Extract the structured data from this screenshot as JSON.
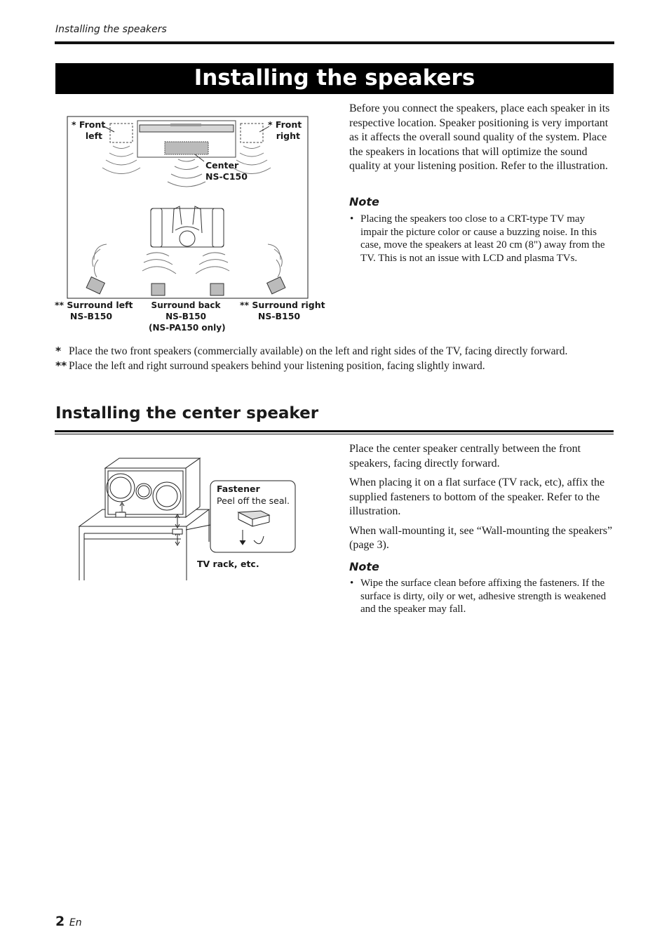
{
  "header": {
    "running_title": "Installing the speakers"
  },
  "title": "Installing the speakers",
  "diagram1": {
    "front_left_label": "* Front\nleft",
    "front_right_label": "* Front\nright",
    "center_label": "Center\nNS-C150",
    "surround_left_label": "** Surround left\nNS-B150",
    "surround_back_label": "Surround back\nNS-B150\n(NS-PA150 only)",
    "surround_right_label": "** Surround right\nNS-B150"
  },
  "intro_paragraph": "Before you connect the speakers, place each speaker in its respective location. Speaker positioning is very important as it affects the overall sound quality of the system. Place the speakers in locations that will optimize the sound quality at your listening position. Refer to the illustration.",
  "note1": {
    "heading": "Note",
    "bullet_symbol": "•",
    "bullet": "Placing the speakers too close to a CRT-type TV may impair the picture color or cause a buzzing noise. In this case, move the speakers at least 20 cm (8\") away from the TV. This is not an issue with LCD and plasma TVs."
  },
  "footnotes": [
    {
      "mark": "*",
      "text": "Place the two front speakers (commercially available) on the left and right sides of the TV, facing directly forward."
    },
    {
      "mark": "**",
      "text": "Place the left and right surround speakers behind your listening position, facing slightly inward."
    }
  ],
  "section2": {
    "title": "Installing the center speaker",
    "paragraphs": [
      "Place the center speaker centrally between the front speakers, facing directly forward.",
      "When placing it on a flat surface (TV rack, etc), affix the supplied fasteners to bottom of the speaker. Refer to the illustration.",
      "When wall-mounting it, see “Wall-mounting the speakers” (page 3)."
    ],
    "diagram": {
      "fastener_title": "Fastener",
      "fastener_instruction": "Peel off the seal.",
      "tv_rack_label": "TV rack, etc."
    }
  },
  "note2": {
    "heading": "Note",
    "bullet_symbol": "•",
    "bullet": "Wipe the surface clean before affixing the fasteners. If the surface is dirty, oily or wet, adhesive strength is weakened and the speaker may fall."
  },
  "footer": {
    "page_number": "2",
    "language": "En"
  }
}
